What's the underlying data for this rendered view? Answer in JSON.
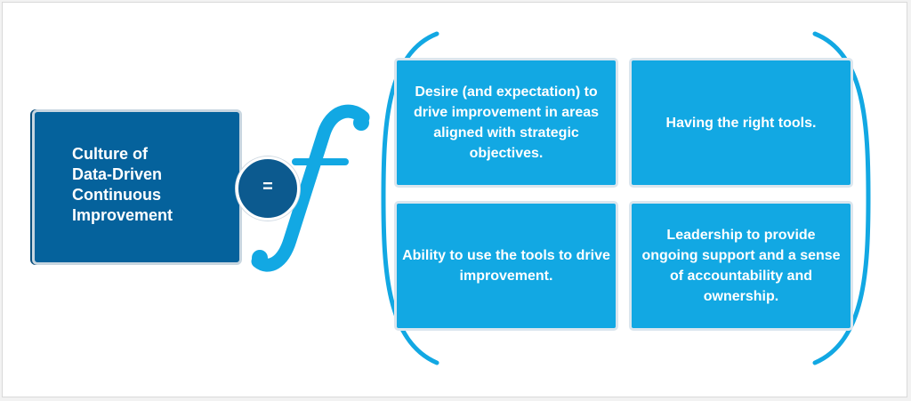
{
  "culture": {
    "text": "Culture of\nData-Driven\nContinuous\nImprovement"
  },
  "equals": {
    "symbol": "="
  },
  "function_symbol": {
    "glyph": "f",
    "icon": "function-f-icon"
  },
  "factors": [
    {
      "text": "Desire (and expectation) to drive improvement in areas aligned with strategic objectives."
    },
    {
      "text": "Having the right tools."
    },
    {
      "text": "Ability to use the tools to drive improvement."
    },
    {
      "text": "Leadership to provide ongoing support and a sense of accountability and ownership."
    }
  ],
  "colors": {
    "culture_box": "#05629c",
    "equals_circle": "#0c5a8f",
    "factor_box": "#12a8e3",
    "bracket": "#12a8e3",
    "function_symbol": "#12a8e3"
  }
}
